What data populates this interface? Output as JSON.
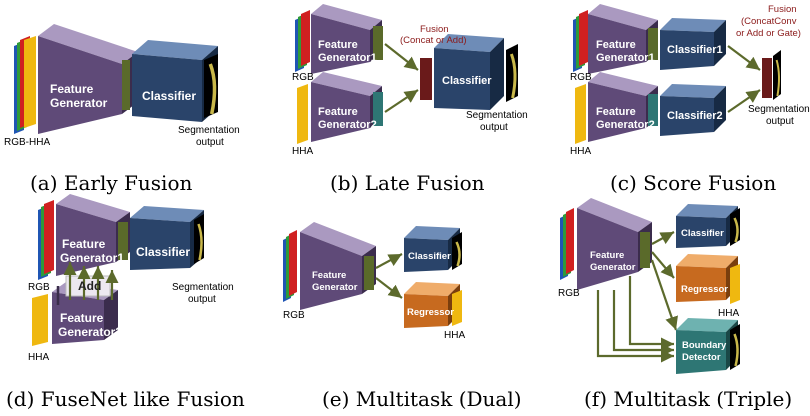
{
  "colors": {
    "gen_front": "#5f4a78",
    "gen_top": "#aa99c0",
    "gen_side": "#3b2c4d",
    "cls_front": "#2a446a",
    "cls_top": "#6e8cb7",
    "cls_side": "#172a44",
    "reg_front": "#c76a1f",
    "reg_top": "#efac6a",
    "reg_side": "#7a3e0d",
    "bnd_front": "#2e7674",
    "bnd_top": "#6eb2b0",
    "bnd_side": "#1a4847",
    "olive": "#5a6a2a",
    "fusion_block": "#6a1a1a",
    "hha_yellow": "#efb810",
    "rgb_red": "#d02020",
    "rgb_green": "#2e9a3a",
    "rgb_blue": "#1f55b4",
    "arrow": "#5c6a2c",
    "fusion_text": "#8b1a1a"
  },
  "panels": {
    "a": {
      "caption": "(a) Early Fusion",
      "input_label": "RGB-HHA",
      "generator": [
        "Feature",
        "Generator"
      ],
      "classifier": "Classifier",
      "output_label": [
        "Segmentation",
        "output"
      ]
    },
    "b": {
      "caption": "(b) Late Fusion",
      "rgb_label": "RGB",
      "hha_label": "HHA",
      "gen1": [
        "Feature",
        "Generator1"
      ],
      "gen2": [
        "Feature",
        "Generator2"
      ],
      "fusion": [
        "Fusion",
        "(Concat or Add)"
      ],
      "classifier": "Classifier",
      "output_label": [
        "Segmentation",
        "output"
      ]
    },
    "c": {
      "caption": "(c) Score Fusion",
      "rgb_label": "RGB",
      "hha_label": "HHA",
      "gen1": [
        "Feature",
        "Generator1"
      ],
      "gen2": [
        "Feature",
        "Generator2"
      ],
      "cls1": "Classifier1",
      "cls2": "Classifier2",
      "fusion": [
        "Fusion",
        "(ConcatConv",
        "or Add or Gate)"
      ],
      "output_label": [
        "Segmentation",
        "output"
      ]
    },
    "d": {
      "caption": "(d) FuseNet like Fusion",
      "rgb_label": "RGB",
      "hha_label": "HHA",
      "gen1": [
        "Feature",
        "Generator1"
      ],
      "gen2": [
        "Feature",
        "Generator2"
      ],
      "add_label": "Add",
      "classifier": "Classifier",
      "output_label": [
        "Segmentation",
        "output"
      ]
    },
    "e": {
      "caption": "(e) Multitask (Dual)",
      "rgb_label": "RGB",
      "generator": [
        "Feature",
        "Generator"
      ],
      "classifier": "Classifier",
      "regressor": "Regressor",
      "hha_label": "HHA"
    },
    "f": {
      "caption": "(f) Multitask (Triple)",
      "rgb_label": "RGB",
      "generator": [
        "Feature",
        "Generator"
      ],
      "classifier": "Classifier",
      "regressor": "Regressor",
      "hha_label": "HHA",
      "boundary": [
        "Boundary",
        "Detector"
      ]
    }
  }
}
